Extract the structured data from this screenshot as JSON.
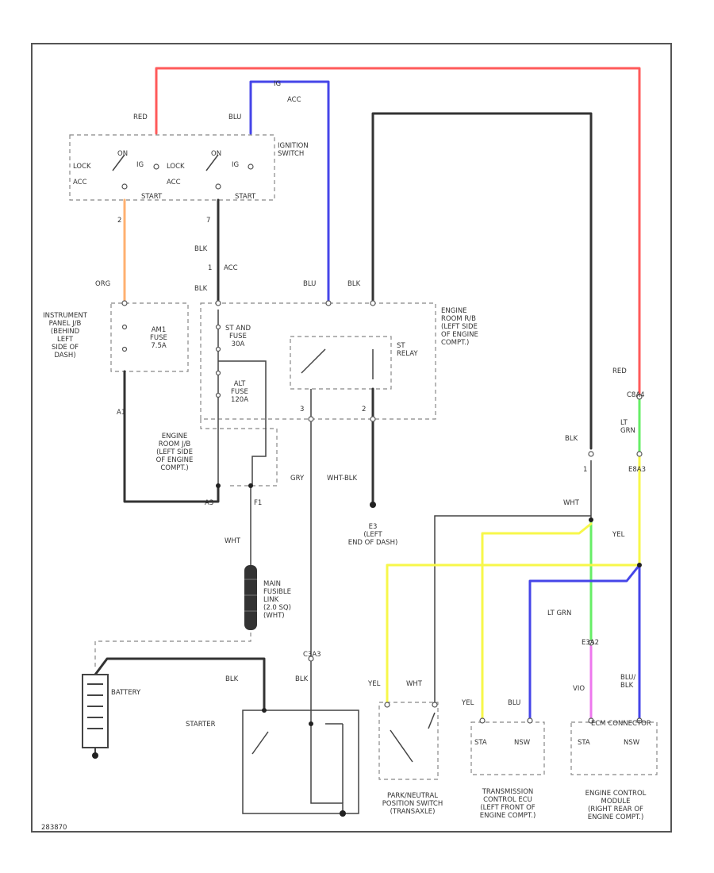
{
  "labels": {
    "red_top": "RED",
    "blu_top": "BLU",
    "ign_top": "IG",
    "ign_sub": "ACC",
    "lock1": "LOCK",
    "on1": "ON",
    "acc1": "ACC",
    "ig1": "IG",
    "start1": "START",
    "lock2": "LOCK",
    "on2": "ON",
    "acc2": "ACC",
    "ig2": "IG",
    "start2": "START",
    "ignition_switch": "IGNITION\nSWITCH",
    "pin2": "2",
    "pin7": "7",
    "blk1": "BLK",
    "acc_tag": "ACC",
    "pin1": "1",
    "blk2": "BLK",
    "org": "ORG",
    "blu_mid": "BLU",
    "blk_mid": "BLK",
    "ip_jb": "INSTRUMENT\nPANEL J/B\n(BEHIND\nLEFT\nSIDE OF\nDASH)",
    "am1_fuse": "AM1\nFUSE\n7.5A",
    "st_fuse": "ST AND\nFUSE\n30A",
    "alt_fuse": "ALT\nFUSE\n120A",
    "st_relay": "ST\nRELAY",
    "engine_rb": "ENGINE\nROOM R/B\n(LEFT SIDE\nOF ENGINE\nCOMPT.)",
    "pin_a1": "A1",
    "wht_left": "WHT",
    "engine_jb": "ENGINE\nROOM J/B\n(LEFT SIDE\nOF ENGINE\nCOMPT.)",
    "pin_a3": "A3",
    "pin_f1": "F1",
    "pin3": "3",
    "pin2b": "2",
    "gry": "GRY",
    "wht_blk": "WHT-BLK",
    "ground_e3": "E3\n(LEFT\nEND OF DASH)",
    "red_right": "RED",
    "c8a4": "C8A4",
    "lt_grn": "LT\nGRN",
    "blk_right": "BLK",
    "pin1b": "1",
    "e8a3": "E8A3",
    "wht_right": "WHT",
    "yel_right": "YEL",
    "fusible_link": "MAIN\nFUSIBLE\nLINK\n(2.0 SQ)\n(WHT)",
    "wht_mid": "WHT",
    "lt_grn2": "LT GRN",
    "e3a2": "E3A2",
    "blu_blk": "BLU/\nBLK",
    "vio": "VIO",
    "battery": "BATTERY",
    "blk_bat": "BLK",
    "c3a3": "C3A3",
    "blk_st": "BLK",
    "starter": "STARTER",
    "yel_pnp": "YEL",
    "wht_pnp": "WHT",
    "yel_tcm": "YEL",
    "blu_tcm": "BLU",
    "sta_tcm": "STA",
    "nsw_tcm": "NSW",
    "sta_ecm": "STA",
    "nsw_ecm": "NSW",
    "ecm_conn": "ECM CONNECTOR",
    "pnp_switch": "PARK/NEUTRAL\nPOSITION SWITCH\n(TRANSAXLE)",
    "tcm": "TRANSMISSION\nCONTROL ECU\n(LEFT FRONT OF\nENGINE COMPT.)",
    "ecm": "ENGINE CONTROL\nMODULE\n(RIGHT REAR OF\nENGINE COMPT.)",
    "code": "283870"
  },
  "colors": {
    "red": "#ff5a5a",
    "blue": "#4545e8",
    "orange": "#ffb070",
    "green": "#66ee66",
    "yellow": "#f7f74a",
    "pink": "#ee77ee",
    "black": "#333333"
  }
}
